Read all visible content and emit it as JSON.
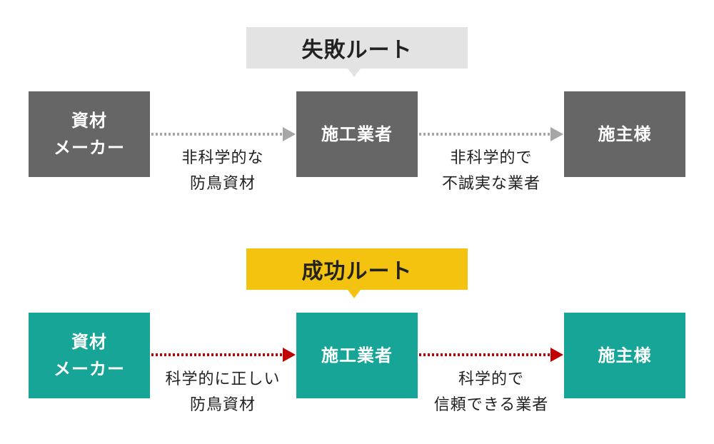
{
  "colors": {
    "fail_banner": "#e3e3e3",
    "fail_box": "#666666",
    "fail_arrow": "#a6a6a6",
    "success_banner": "#f3c310",
    "success_box": "#17a597",
    "success_arrow": "#c00000"
  },
  "fail_route": {
    "title": "失敗ルート",
    "nodes": [
      "資材\nメーカー",
      "施工業者",
      "施主様"
    ],
    "edges": [
      "非科学的な\n防鳥資材",
      "非科学的で\n不誠実な業者"
    ]
  },
  "success_route": {
    "title": "成功ルート",
    "nodes": [
      "資材\nメーカー",
      "施工業者",
      "施主様"
    ],
    "edges": [
      "科学的に正しい\n防鳥資材",
      "科学的で\n信頼できる業者"
    ]
  }
}
